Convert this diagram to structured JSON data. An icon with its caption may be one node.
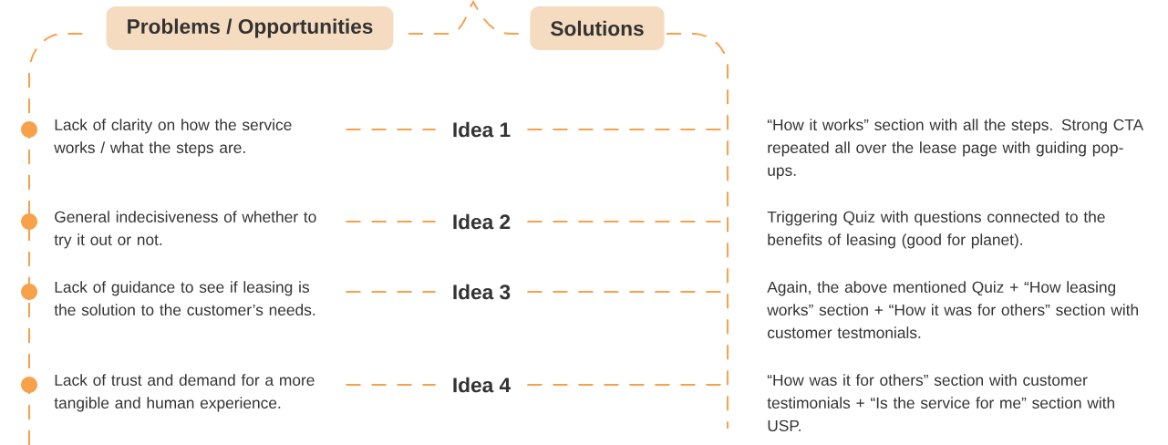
{
  "diagram": {
    "nodes": [
      {
        "text": [
          "Problems / Opportunities"
        ]
      },
      {
        "text": [
          "Solutions"
        ]
      },
      {
        "text": [
          "Lack of clarity on how the service works / what the steps are."
        ]
      },
      {
        "text": [
          "General indecisiveness of whether to try it out or not."
        ]
      },
      {
        "text": [
          "Lack of guidance to see if leasing is the solution to the customer’s needs."
        ]
      },
      {
        "text": [
          "Lack of trust and demand for a more tangible and human experience."
        ]
      },
      {
        "text": [
          "Idea 1"
        ]
      },
      {
        "text": [
          "Idea 2"
        ]
      },
      {
        "text": [
          "Idea 3"
        ]
      },
      {
        "text": [
          "Idea 4"
        ]
      },
      {
        "text": [
          "“How it works” section with all the steps. Strong CTA repeated all over the lease page with guiding pop-ups."
        ]
      },
      {
        "text": [
          "Triggering Quiz with questions connected to the benefits of leasing (good for planet)."
        ]
      },
      {
        "text": [
          "Again, the above mentioned Quiz + “How leasing works” section + “How it was for others” section with customer testmonials."
        ]
      },
      {
        "text": [
          "“How was it for others” section with customer testimonials + “Is the service for me” section with USP."
        ]
      }
    ],
    "edges": [
      {
        "from": 2,
        "to": 6,
        "arrow": "none",
        "style": "dashed"
      },
      {
        "from": 6,
        "to": 10,
        "arrow": "none",
        "style": "dashed"
      },
      {
        "from": 3,
        "to": 7,
        "arrow": "none",
        "style": "dashed"
      },
      {
        "from": 7,
        "to": 11,
        "arrow": "none",
        "style": "dashed"
      },
      {
        "from": 4,
        "to": 8,
        "arrow": "none",
        "style": "dashed"
      },
      {
        "from": 8,
        "to": 12,
        "arrow": "none",
        "style": "dashed"
      },
      {
        "from": 5,
        "to": 9,
        "arrow": "none",
        "style": "dashed"
      },
      {
        "from": 9,
        "to": 13,
        "arrow": "none",
        "style": "dashed"
      }
    ]
  }
}
